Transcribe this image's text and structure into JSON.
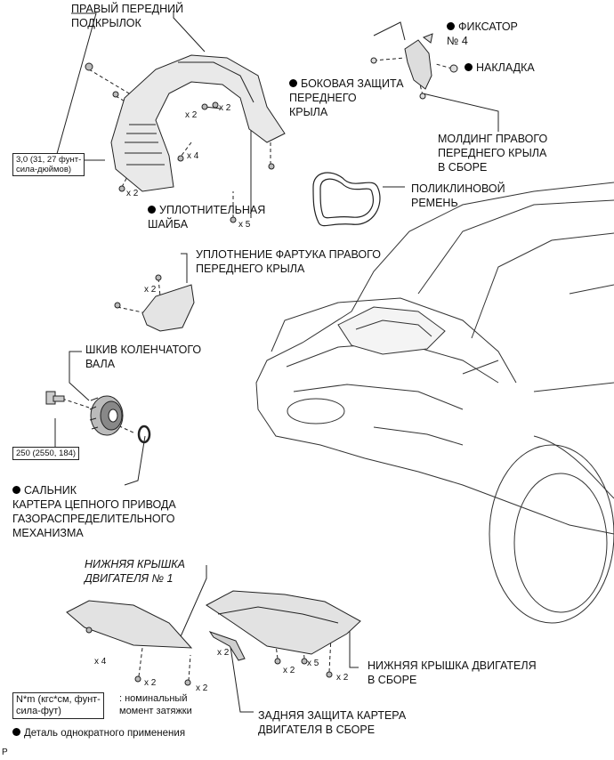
{
  "labels": {
    "fender_liner": "ПРАВЫЙ ПЕРЕДНИЙ\nПОДКРЫЛОК",
    "clip4": "ФИКСАТОР\n№ 4",
    "overlay": "НАКЛАДКА",
    "side_protector": "БОКОВАЯ ЗАЩИТА\nПЕРЕДНЕГО\nКРЫЛА",
    "molding": "МОЛДИНГ ПРАВОГО\nПЕРЕДНЕГО КРЫЛА\nВ СБОРЕ",
    "belt": "ПОЛИКЛИНОВОЙ\nРЕМЕНЬ",
    "washer": "УПЛОТНИТЕЛЬНАЯ\nШАЙБА",
    "splash_seal": "УПЛОТНЕНИЕ ФАРТУКА ПРАВОГО\nПЕРЕДНЕГО КРЫЛА",
    "pulley": "ШКИВ КОЛЕНЧАТОГО\nВАЛА",
    "oil_seal": "САЛЬНИК\nКАРТЕРА ЦЕПНОГО ПРИВОДА\nГАЗОРАСПРЕДЕЛИТЕЛЬНОГО\nМЕХАНИЗМА",
    "under_cover1": "НИЖНЯЯ КРЫШКА\nДВИГАТЕЛЯ № 1",
    "under_cover_assy": "НИЖНЯЯ КРЫШКА ДВИГАТЕЛЯ\nВ СБОРЕ",
    "rear_protector": "ЗАДНЯЯ ЗАЩИТА КАРТЕРА\nДВИГАТЕЛЯ В СБОРЕ"
  },
  "torque": {
    "fender_screw": "3,0 (31, 27 фунт-\nсила-дюймов)",
    "pulley_bolt": "250 (2550, 184)"
  },
  "qty": {
    "q_a": "x 2",
    "q_b": "x 2",
    "q_c": "x 4",
    "q_d": "x 2",
    "q_e": "x 5",
    "q_f": "x 2",
    "q_g": "x 4",
    "q_h": "x 2",
    "q_i": "x 2",
    "q_j": "x 2",
    "q_k": "x 2",
    "q_l": "x 5",
    "q_m": "x 2"
  },
  "legend": {
    "unit_box": "N*m (кгс*см, фунт-\nсила-фут)",
    "unit_desc": ": номинальный\nмомент затяжки",
    "nonreusable": "Деталь однократного применения"
  },
  "footer": {
    "page_marker": "P"
  }
}
